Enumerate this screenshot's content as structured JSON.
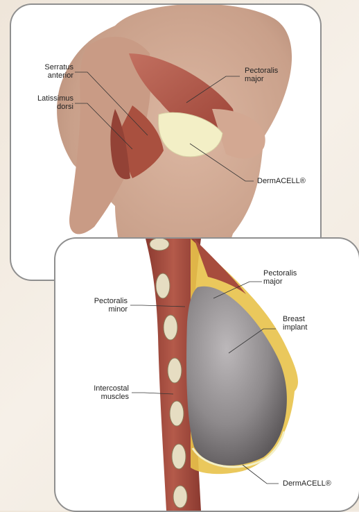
{
  "top_figure": {
    "labels": {
      "serratus_anterior": [
        "Serratus",
        "anterior"
      ],
      "latissimus_dorsi": [
        "Latissimus",
        "dorsi"
      ],
      "pectoralis_major": [
        "Pectoralis",
        "major"
      ],
      "dermacell": "DermACELL®"
    }
  },
  "bottom_figure": {
    "labels": {
      "pectoralis_major": [
        "Pectoralis",
        "major"
      ],
      "pectoralis_minor": [
        "Pectoralis",
        "minor"
      ],
      "breast_implant": [
        "Breast",
        "implant"
      ],
      "intercostal_muscles": [
        "Intercostal",
        "muscles"
      ],
      "dermacell": "DermACELL®"
    }
  },
  "colors": {
    "skin": "#d9b19a",
    "muscle": "#b4584a",
    "dermacell": "#f3efc6",
    "implant": "#8e8a8c",
    "fat": "#e8c24a",
    "bone": "#e6ddc2"
  }
}
